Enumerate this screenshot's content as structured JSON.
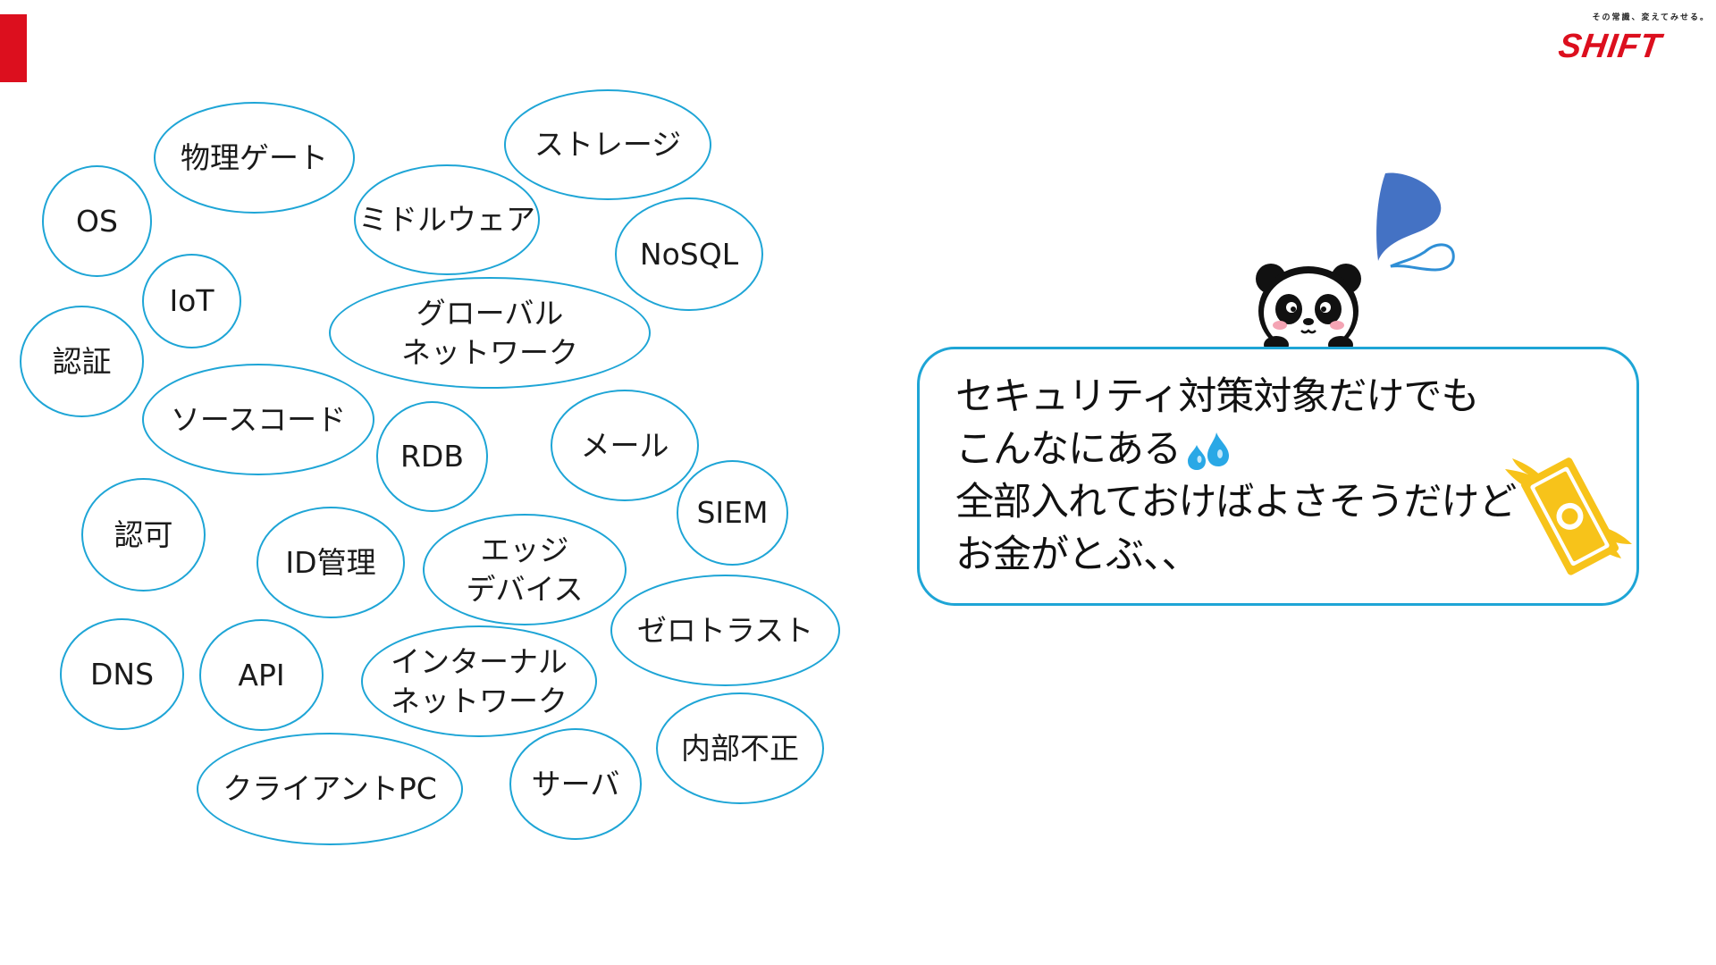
{
  "brand": {
    "tagline": "その常識、変えてみせる。",
    "name": "SHIFT",
    "accent_color": "#dc0f1e"
  },
  "bubble_color": "#1ea5d6",
  "terms": [
    "OS",
    "物理ゲート",
    "ストレージ",
    "ミドルウェア",
    "NoSQL",
    "IoT",
    "認証",
    "グローバル\nネットワーク",
    "ソースコード",
    "RDB",
    "メール",
    "SIEM",
    "認可",
    "ID管理",
    "エッジ\nデバイス",
    "ゼロトラスト",
    "DNS",
    "API",
    "インターナル\nネットワーク",
    "内部不正",
    "クライアントPC",
    "サーバ"
  ],
  "callout": {
    "line1": "セキュリティ対策対象だけでも",
    "line2": "こんなにある",
    "line3": "全部入れておけばよさそうだけど",
    "line4": "お金がとぶ、、"
  },
  "icons": {
    "panda": "panda-mascot-icon",
    "sweat": "sweat-drops-icon",
    "money": "flying-money-icon"
  }
}
